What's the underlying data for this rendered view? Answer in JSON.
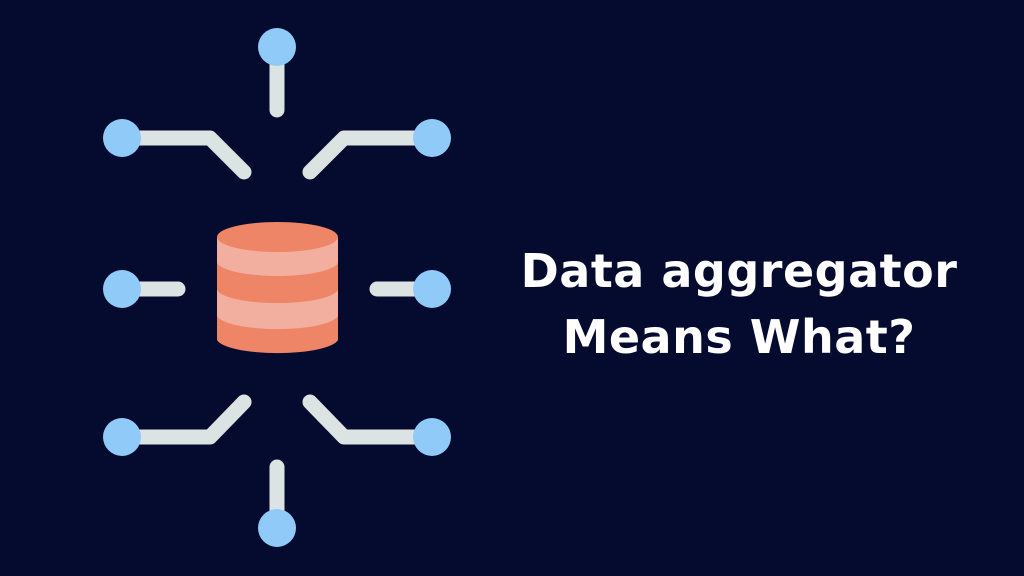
{
  "title": {
    "line1": "Data aggregator",
    "line2": "Means What?"
  },
  "illustration": {
    "icon": "database-network-icon",
    "description": "Database cylinder with eight connector nodes radiating outward"
  },
  "colors": {
    "background": "#050B2E",
    "node": "#90CAF9",
    "connector": "#DCE3E3",
    "cylinder_dark": "#EE8566",
    "cylinder_light": "#F2AFA0",
    "text": "#FFFFFF"
  }
}
